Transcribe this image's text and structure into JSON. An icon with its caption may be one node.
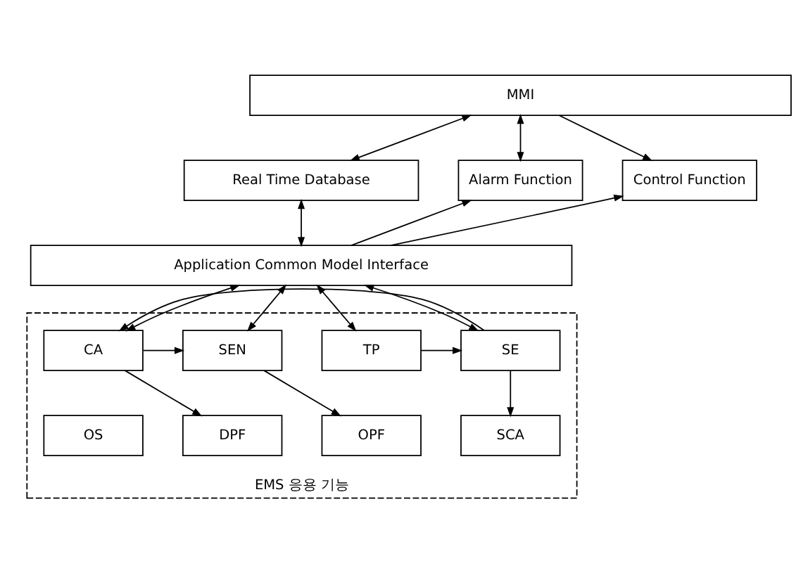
{
  "diagram": {
    "nodes": [
      {
        "text": [
          "MMI"
        ]
      },
      {
        "text": [
          "Real Time Database"
        ]
      },
      {
        "text": [
          "Alarm Function"
        ]
      },
      {
        "text": [
          "Control Function"
        ]
      },
      {
        "text": [
          "Application Common Model Interface"
        ]
      },
      {
        "text": [
          "EMS 응용 기능"
        ]
      },
      {
        "text": [
          "TP"
        ],
        "in": 5
      },
      {
        "text": [
          "SE"
        ],
        "in": 5
      },
      {
        "text": [
          "CA"
        ],
        "in": 5
      },
      {
        "text": [
          "SEN"
        ],
        "in": 5
      },
      {
        "text": [
          "OS"
        ],
        "in": 5
      },
      {
        "text": [
          "SCA"
        ],
        "in": 5
      },
      {
        "text": [
          "DPF"
        ],
        "in": 5
      },
      {
        "text": [
          "OPF"
        ],
        "in": 5
      }
    ],
    "edges": [
      {
        "from": 0,
        "to": 1,
        "arrow": "both"
      },
      {
        "from": 0,
        "to": 2,
        "arrow": "both"
      },
      {
        "from": 0,
        "to": 3,
        "arrow": "to"
      },
      {
        "from": 1,
        "to": 4,
        "arrow": "both"
      },
      {
        "from": 4,
        "to": 2,
        "arrow": "to"
      },
      {
        "from": 4,
        "to": 3,
        "arrow": "to"
      },
      {
        "from": 4,
        "to": 6,
        "arrow": "both"
      },
      {
        "from": 4,
        "to": 7,
        "arrow": "both"
      },
      {
        "from": 4,
        "to": 8,
        "arrow": "both"
      },
      {
        "from": 4,
        "to": 9,
        "arrow": "both"
      },
      {
        "from": 6,
        "to": 7,
        "arrow": "to"
      },
      {
        "from": 7,
        "to": 8,
        "arrow": "to"
      },
      {
        "from": 8,
        "to": 9,
        "arrow": "to"
      },
      {
        "from": 7,
        "to": 11,
        "arrow": "to"
      },
      {
        "from": 8,
        "to": 12,
        "arrow": "to"
      },
      {
        "from": 9,
        "to": 13,
        "arrow": "to"
      }
    ]
  }
}
